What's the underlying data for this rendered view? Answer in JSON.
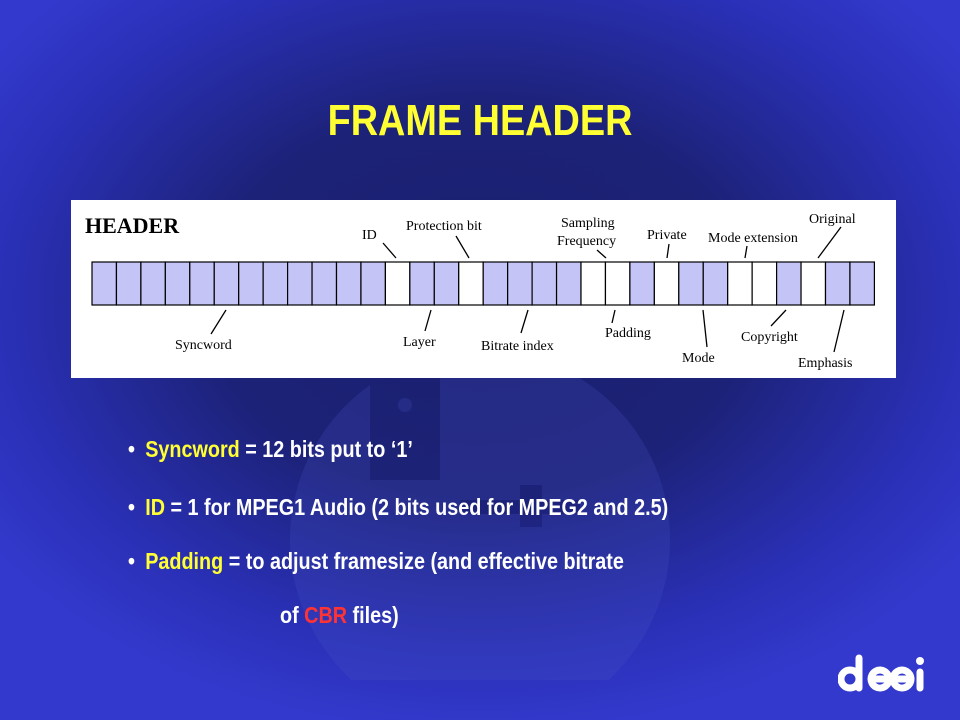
{
  "title": "FRAME HEADER",
  "diagram": {
    "heading": "HEADER",
    "labels": {
      "syncword": "Syncword",
      "id": "ID",
      "layer": "Layer",
      "protection_bit": "Protection bit",
      "bitrate_index": "Bitrate index",
      "sampling_line1": "Sampling",
      "sampling_line2": "Frequency",
      "padding": "Padding",
      "private": "Private",
      "mode": "Mode",
      "mode_extension": "Mode extension",
      "copyright": "Copyright",
      "original": "Original",
      "emphasis": "Emphasis"
    },
    "bits": [
      "shaded",
      "shaded",
      "shaded",
      "shaded",
      "shaded",
      "shaded",
      "shaded",
      "shaded",
      "shaded",
      "shaded",
      "shaded",
      "shaded",
      "white",
      "shaded",
      "shaded",
      "white",
      "shaded",
      "shaded",
      "shaded",
      "shaded",
      "white",
      "white",
      "shaded",
      "white",
      "shaded",
      "shaded",
      "white",
      "white",
      "shaded",
      "white",
      "shaded",
      "shaded"
    ],
    "colors": {
      "shaded": "#c4c4f6",
      "white": "#ffffff"
    }
  },
  "bullets": [
    {
      "key": "Syncword",
      "text": " = 12 bits put to ‘1’"
    },
    {
      "key": "ID",
      "text": " = 1 for MPEG1 Audio (2 bits used for MPEG2 and 2.5)"
    },
    {
      "key": "Padding",
      "text": " = to adjust framesize (and effective bitrate"
    }
  ],
  "continuation": {
    "pre": "of ",
    "highlight": "CBR",
    "post": " files)"
  },
  "logo_text": "deei"
}
